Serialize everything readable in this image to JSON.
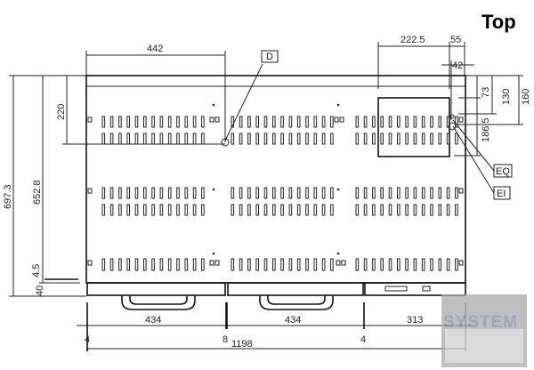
{
  "title": "Top",
  "dimensions": {
    "top_width": "442",
    "panel_width": "222.5",
    "offset_55": "55",
    "offset_42": "42",
    "left_220": "220",
    "total_depth": "697.3",
    "body_depth": "652.8",
    "gap_4_5": "4.5",
    "drawer_40": "40",
    "right_73": "73",
    "right_130": "130",
    "right_160": "160",
    "right_186_5": "186.5",
    "drawer_1": "434",
    "drawer_2": "434",
    "drawer_3": "313",
    "gap_left": "4",
    "gap_mid": "8",
    "gap_right": "4",
    "total_width": "1198"
  },
  "callouts": {
    "d": "D",
    "eq": "EQ",
    "ei": "EI"
  },
  "watermark": "SYSTEM"
}
